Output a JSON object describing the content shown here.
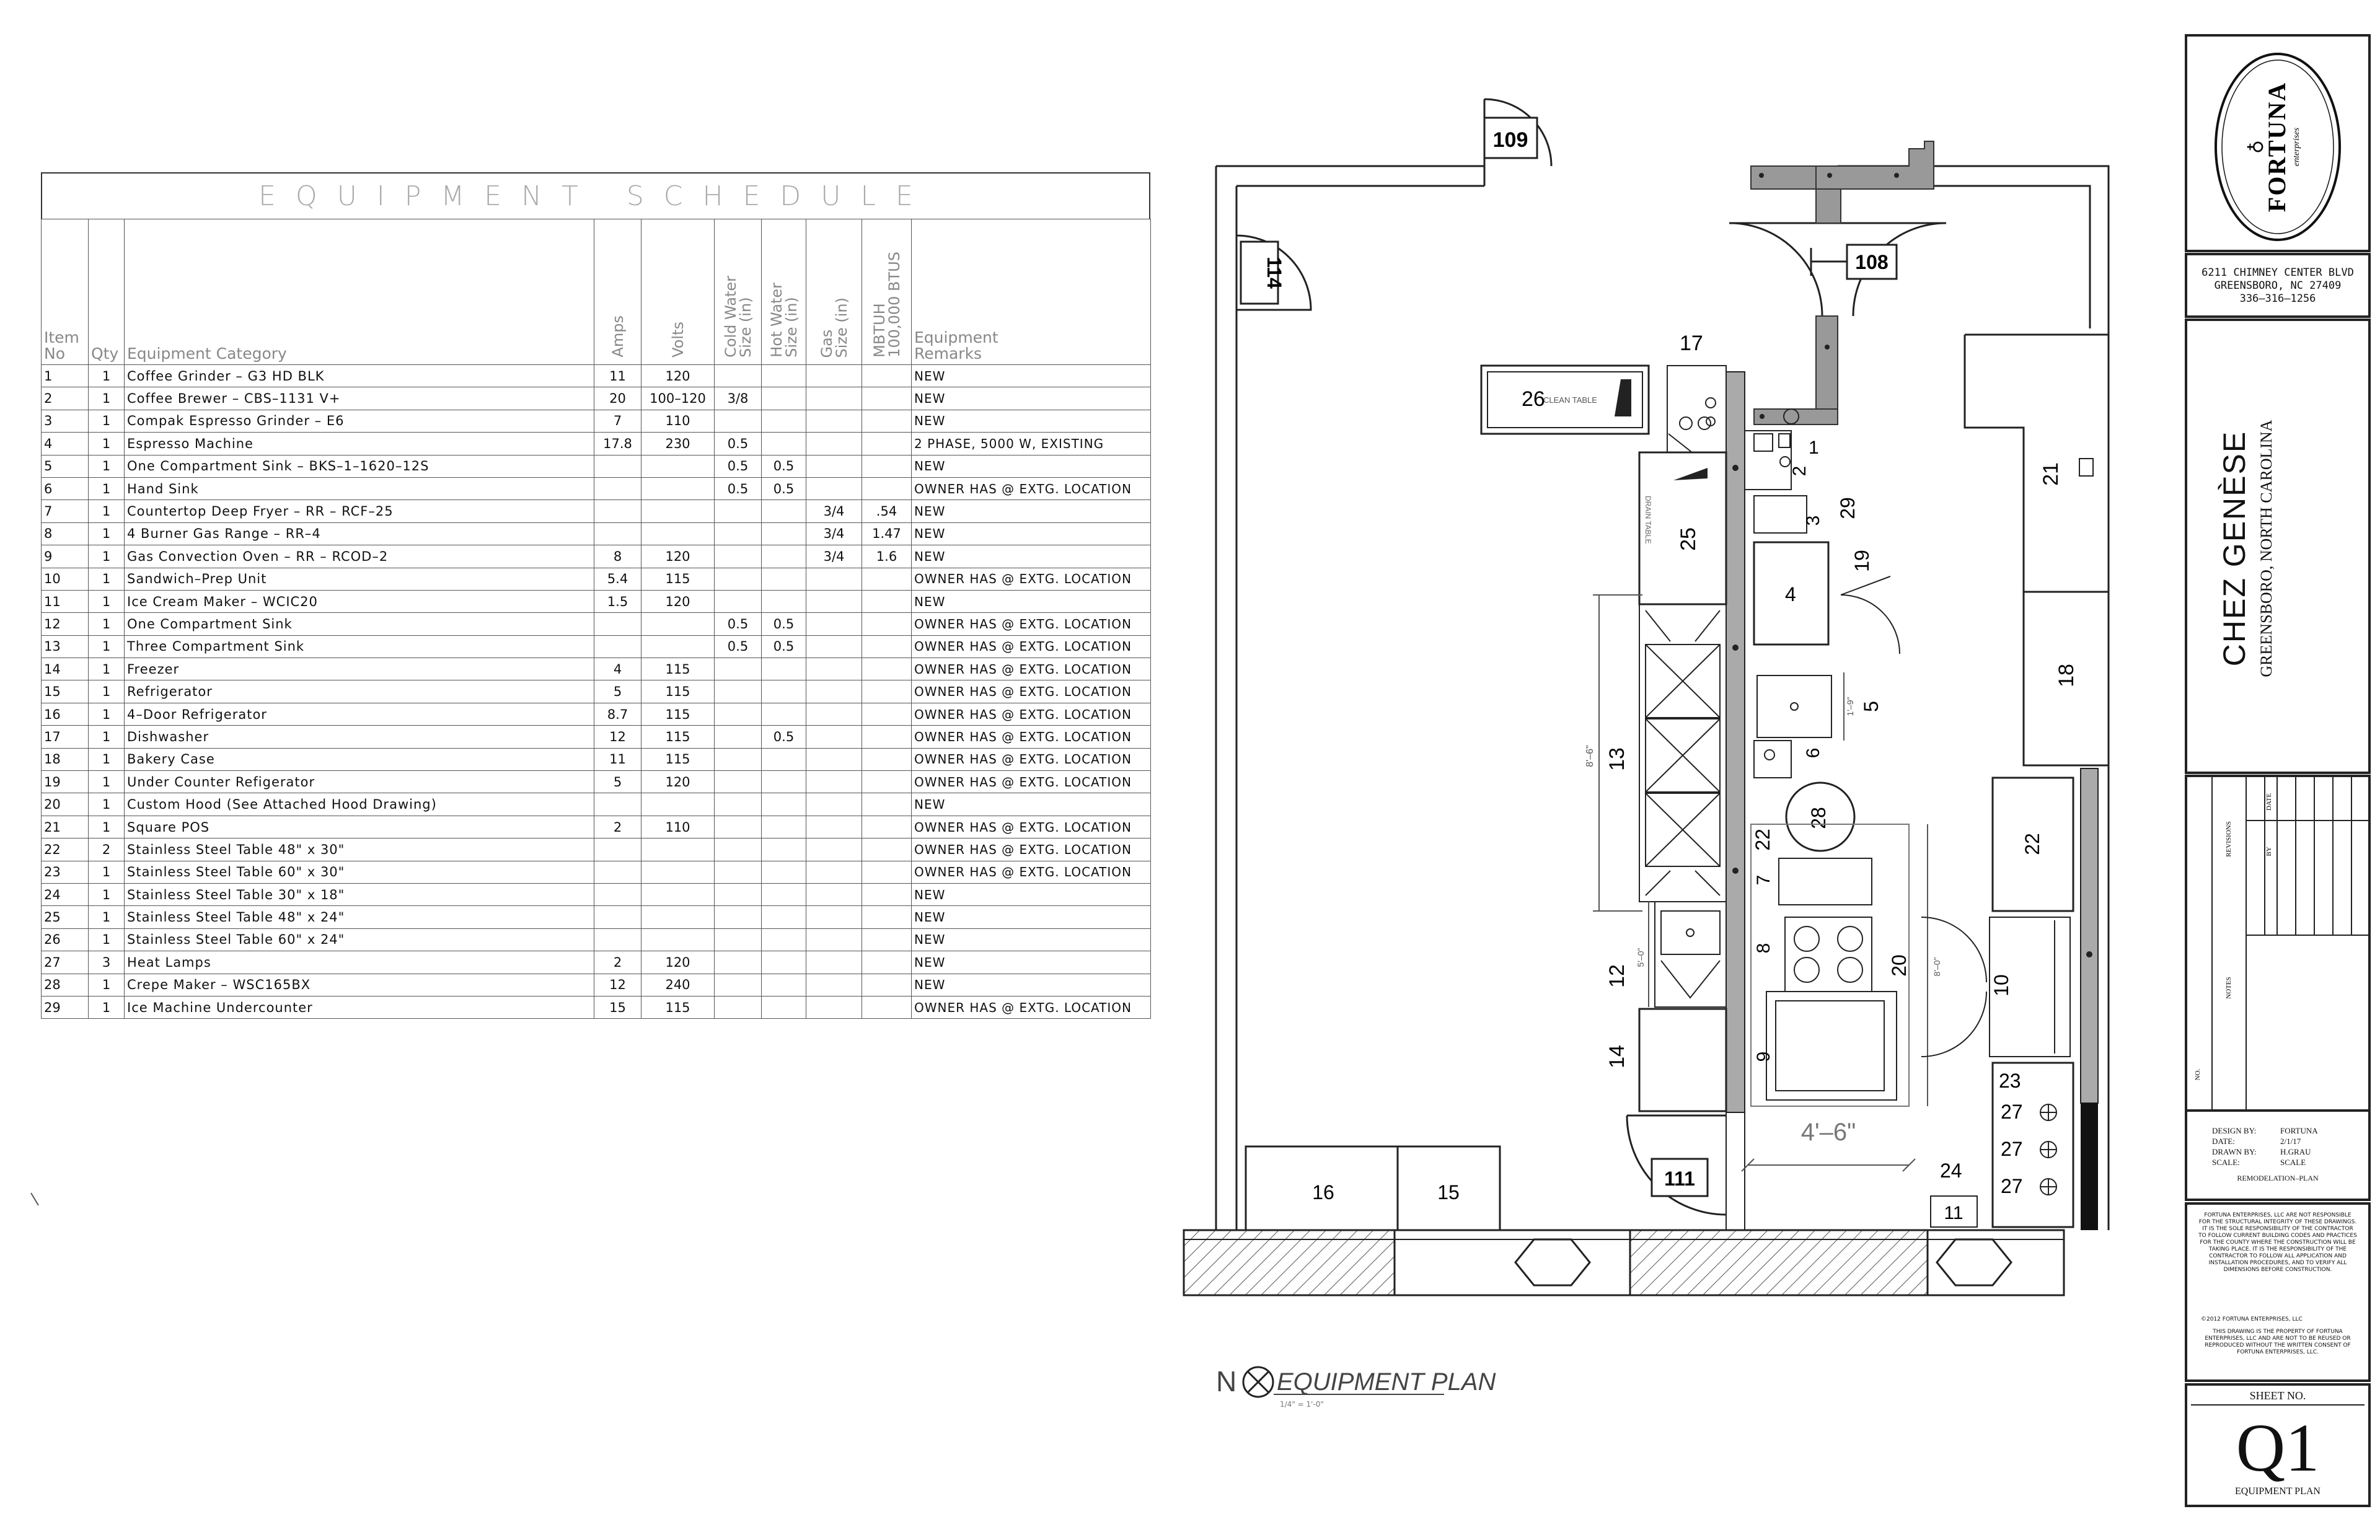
{
  "schedule": {
    "title": "EQUIPMENT SCHEDULE",
    "headers": {
      "item_no": "Item\nNo",
      "qty": "Qty",
      "category": "Equipment Category",
      "amps": "Amps",
      "volts": "Volts",
      "cold_water": "Cold Water\nSize (in)",
      "hot_water": "Hot Water\nSize (in)",
      "gas": "Gas\nSize (in)",
      "mbtuh": "MBTUH\n100,000 BTUS",
      "remarks": "Equipment\nRemarks"
    },
    "rows": [
      {
        "no": "1",
        "qty": "1",
        "cat": "Coffee Grinder – G3 HD BLK",
        "amps": "11",
        "volts": "120",
        "cw": "",
        "hw": "",
        "gas": "",
        "mbtuh": "",
        "rem": "NEW"
      },
      {
        "no": "2",
        "qty": "1",
        "cat": "Coffee Brewer – CBS–1131 V+",
        "amps": "20",
        "volts": "100–120",
        "cw": "3/8",
        "hw": "",
        "gas": "",
        "mbtuh": "",
        "rem": "NEW"
      },
      {
        "no": "3",
        "qty": "1",
        "cat": "Compak Espresso Grinder – E6",
        "amps": "7",
        "volts": "110",
        "cw": "",
        "hw": "",
        "gas": "",
        "mbtuh": "",
        "rem": "NEW"
      },
      {
        "no": "4",
        "qty": "1",
        "cat": "Espresso Machine",
        "amps": "17.8",
        "volts": "230",
        "cw": "0.5",
        "hw": "",
        "gas": "",
        "mbtuh": "",
        "rem": "2 PHASE, 5000 W, EXISTING"
      },
      {
        "no": "5",
        "qty": "1",
        "cat": "One Compartment Sink – BKS–1–1620–12S",
        "amps": "",
        "volts": "",
        "cw": "0.5",
        "hw": "0.5",
        "gas": "",
        "mbtuh": "",
        "rem": "NEW"
      },
      {
        "no": "6",
        "qty": "1",
        "cat": "Hand Sink",
        "amps": "",
        "volts": "",
        "cw": "0.5",
        "hw": "0.5",
        "gas": "",
        "mbtuh": "",
        "rem": "OWNER HAS @ EXTG. LOCATION"
      },
      {
        "no": "7",
        "qty": "1",
        "cat": "Countertop Deep Fryer – RR – RCF–25",
        "amps": "",
        "volts": "",
        "cw": "",
        "hw": "",
        "gas": "3/4",
        "mbtuh": ".54",
        "rem": "NEW"
      },
      {
        "no": "8",
        "qty": "1",
        "cat": "4 Burner Gas Range – RR–4",
        "amps": "",
        "volts": "",
        "cw": "",
        "hw": "",
        "gas": "3/4",
        "mbtuh": "1.47",
        "rem": "NEW"
      },
      {
        "no": "9",
        "qty": "1",
        "cat": "Gas Convection Oven – RR – RCOD–2",
        "amps": "8",
        "volts": "120",
        "cw": "",
        "hw": "",
        "gas": "3/4",
        "mbtuh": "1.6",
        "rem": "NEW"
      },
      {
        "no": "10",
        "qty": "1",
        "cat": "Sandwich–Prep Unit",
        "amps": "5.4",
        "volts": "115",
        "cw": "",
        "hw": "",
        "gas": "",
        "mbtuh": "",
        "rem": "OWNER HAS @ EXTG. LOCATION"
      },
      {
        "no": "11",
        "qty": "1",
        "cat": "Ice Cream Maker – WCIC20",
        "amps": "1.5",
        "volts": "120",
        "cw": "",
        "hw": "",
        "gas": "",
        "mbtuh": "",
        "rem": "NEW"
      },
      {
        "no": "12",
        "qty": "1",
        "cat": "One Compartment Sink",
        "amps": "",
        "volts": "",
        "cw": "0.5",
        "hw": "0.5",
        "gas": "",
        "mbtuh": "",
        "rem": "OWNER HAS @ EXTG. LOCATION"
      },
      {
        "no": "13",
        "qty": "1",
        "cat": "Three Compartment Sink",
        "amps": "",
        "volts": "",
        "cw": "0.5",
        "hw": "0.5",
        "gas": "",
        "mbtuh": "",
        "rem": "OWNER HAS @ EXTG. LOCATION"
      },
      {
        "no": "14",
        "qty": "1",
        "cat": "Freezer",
        "amps": "4",
        "volts": "115",
        "cw": "",
        "hw": "",
        "gas": "",
        "mbtuh": "",
        "rem": "OWNER HAS @ EXTG. LOCATION"
      },
      {
        "no": "15",
        "qty": "1",
        "cat": "Refrigerator",
        "amps": "5",
        "volts": "115",
        "cw": "",
        "hw": "",
        "gas": "",
        "mbtuh": "",
        "rem": "OWNER HAS @ EXTG. LOCATION"
      },
      {
        "no": "16",
        "qty": "1",
        "cat": "4–Door Refrigerator",
        "amps": "8.7",
        "volts": "115",
        "cw": "",
        "hw": "",
        "gas": "",
        "mbtuh": "",
        "rem": "OWNER HAS @ EXTG. LOCATION"
      },
      {
        "no": "17",
        "qty": "1",
        "cat": "Dishwasher",
        "amps": "12",
        "volts": "115",
        "cw": "",
        "hw": "0.5",
        "gas": "",
        "mbtuh": "",
        "rem": "OWNER HAS @ EXTG. LOCATION"
      },
      {
        "no": "18",
        "qty": "1",
        "cat": "Bakery Case",
        "amps": "11",
        "volts": "115",
        "cw": "",
        "hw": "",
        "gas": "",
        "mbtuh": "",
        "rem": "OWNER HAS @ EXTG. LOCATION"
      },
      {
        "no": "19",
        "qty": "1",
        "cat": "Under Counter Refigerator",
        "amps": "5",
        "volts": "120",
        "cw": "",
        "hw": "",
        "gas": "",
        "mbtuh": "",
        "rem": "OWNER HAS @ EXTG. LOCATION"
      },
      {
        "no": "20",
        "qty": "1",
        "cat": "Custom Hood (See Attached Hood Drawing)",
        "amps": "",
        "volts": "",
        "cw": "",
        "hw": "",
        "gas": "",
        "mbtuh": "",
        "rem": "NEW"
      },
      {
        "no": "21",
        "qty": "1",
        "cat": "Square POS",
        "amps": "2",
        "volts": "110",
        "cw": "",
        "hw": "",
        "gas": "",
        "mbtuh": "",
        "rem": "OWNER HAS @ EXTG. LOCATION"
      },
      {
        "no": "22",
        "qty": "2",
        "cat": "Stainless Steel Table 48\" x 30\"",
        "amps": "",
        "volts": "",
        "cw": "",
        "hw": "",
        "gas": "",
        "mbtuh": "",
        "rem": "OWNER HAS @ EXTG. LOCATION"
      },
      {
        "no": "23",
        "qty": "1",
        "cat": "Stainless Steel Table 60\" x 30\"",
        "amps": "",
        "volts": "",
        "cw": "",
        "hw": "",
        "gas": "",
        "mbtuh": "",
        "rem": "OWNER HAS @ EXTG. LOCATION"
      },
      {
        "no": "24",
        "qty": "1",
        "cat": "Stainless Steel Table 30\" x 18\"",
        "amps": "",
        "volts": "",
        "cw": "",
        "hw": "",
        "gas": "",
        "mbtuh": "",
        "rem": "NEW"
      },
      {
        "no": "25",
        "qty": "1",
        "cat": "Stainless Steel Table 48\" x 24\"",
        "amps": "",
        "volts": "",
        "cw": "",
        "hw": "",
        "gas": "",
        "mbtuh": "",
        "rem": "NEW"
      },
      {
        "no": "26",
        "qty": "1",
        "cat": "Stainless Steel Table 60\" x 24\"",
        "amps": "",
        "volts": "",
        "cw": "",
        "hw": "",
        "gas": "",
        "mbtuh": "",
        "rem": "NEW"
      },
      {
        "no": "27",
        "qty": "3",
        "cat": "Heat Lamps",
        "amps": "2",
        "volts": "120",
        "cw": "",
        "hw": "",
        "gas": "",
        "mbtuh": "",
        "rem": "NEW"
      },
      {
        "no": "28",
        "qty": "1",
        "cat": "Crepe Maker – WSC165BX",
        "amps": "12",
        "volts": "240",
        "cw": "",
        "hw": "",
        "gas": "",
        "mbtuh": "",
        "rem": "NEW"
      },
      {
        "no": "29",
        "qty": "1",
        "cat": "Ice Machine Undercounter",
        "amps": "15",
        "volts": "115",
        "cw": "",
        "hw": "",
        "gas": "",
        "mbtuh": "",
        "rem": "OWNER HAS @ EXTG. LOCATION"
      }
    ]
  },
  "plan": {
    "rooms": {
      "r109": "109",
      "r108": "108",
      "r114": "114",
      "r111": "111"
    },
    "tags": {
      "t1": "1",
      "t2": "2",
      "t3": "3",
      "t4": "4",
      "t5": "5",
      "t6": "6",
      "t7": "7",
      "t8": "8",
      "t9": "9",
      "t10": "10",
      "t11": "11",
      "t12": "12",
      "t13": "13",
      "t14": "14",
      "t15": "15",
      "t16": "16",
      "t17": "17",
      "t18": "18",
      "t19": "19",
      "t20": "20",
      "t21": "21",
      "t22a": "22",
      "t22b": "22",
      "t23": "23",
      "t24": "24",
      "t25": "25",
      "t26": "26",
      "t27a": "27",
      "t27b": "27",
      "t27c": "27",
      "t28": "28",
      "t29": "29"
    },
    "clean_table": "CLEAN TABLE",
    "drain_table": "DRAIN TABLE",
    "dims": {
      "d13": "8'–6\"",
      "d12": "5'–0\"",
      "d20": "8'–0\"",
      "d5": "1'–9\"",
      "d_counter": "4'–6\""
    },
    "caption": "EQUIPMENT PLAN",
    "caption_scale": "1/4\" = 1'-0\""
  },
  "titleblock": {
    "logo_name": "FORTUNA",
    "logo_sub": "enterprises",
    "address": [
      "6211 CHIMNEY CENTER BLVD",
      "GREENSBORO, NC  27409",
      "336–316–1256"
    ],
    "project": "CHEZ GENÈSE",
    "location": "GREENSBORO, NORTH CAROLINA",
    "revisions_headers": {
      "date": "DATE",
      "by": "BY",
      "revisions": "REVISIONS",
      "notes": "NOTES",
      "no": "NO."
    },
    "design_by_label": "DESIGN BY:",
    "design_by": "FORTUNA",
    "date_label": "DATE:",
    "date": "2/1/17",
    "drawn_by_label": "DRAWN BY:",
    "drawn_by": "H.GRAU",
    "scale_label": "SCALE:",
    "scale": "SCALE",
    "sheet_type": "REMODELATION–PLAN",
    "disclaimer": "FORTUNA ENTERPRISES, LLC ARE NOT RESPONSIBLE FOR THE STRUCTURAL INTEGRITY OF THESE DRAWINGS. IT IS THE SOLE RESPONSIBILITY OF THE CONTRACTOR TO FOLLOW CURRENT BUILDING CODES AND PRACTICES FOR THE COUNTY WHERE THE CONSTRUCTION WILL BE TAKING PLACE. IT IS THE RESPONSIBILITY OF THE CONTRACTOR TO FOLLOW ALL APPLICATION AND INSTALLATION PROCEDURES, AND TO VERIFY ALL DIMENSIONS BEFORE CONSTRUCTION.",
    "copyright": "©2012 FORTUNA ENTERPRISES, LLC",
    "property": "THIS DRAWING IS THE PROPERTY OF FORTUNA ENTERPRISES, LLC AND ARE NOT TO BE REUSED OR REPRODUCED WITHOUT THE WRITTEN CONSENT OF FORTUNA ENTERPRISES, LLC.",
    "sheet_no_label": "SHEET NO.",
    "sheet_no": "Q1",
    "sheet_name": "EQUIPMENT PLAN"
  }
}
